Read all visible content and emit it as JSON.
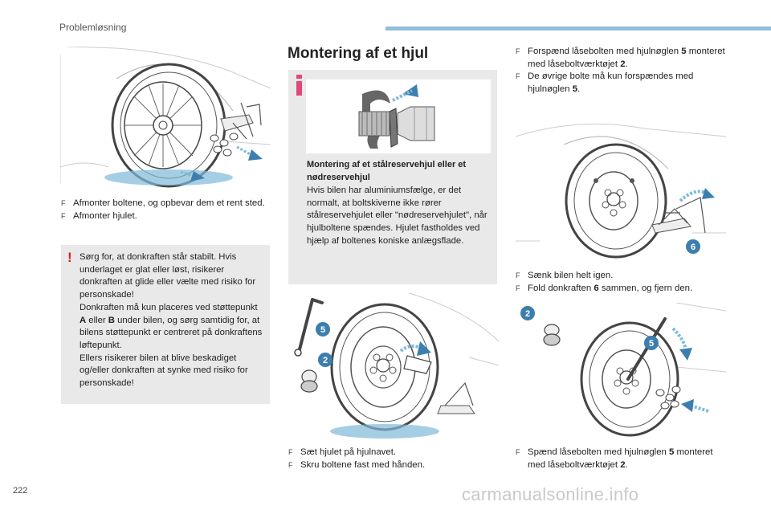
{
  "header": {
    "title": "Problemløsning"
  },
  "page_number": "222",
  "watermark": "carmanualsonline.info",
  "section_title": "Montering af et hjul",
  "col1": {
    "bullets": [
      {
        "text": "Afmonter boltene, og opbevar dem et rent sted."
      },
      {
        "text": "Afmonter hjulet."
      }
    ],
    "warning": {
      "lines": [
        "Sørg for, at donkraften står stabilt. Hvis underlaget er glat eller løst, risikerer donkraften at glide eller vælte med risiko for personskade!",
        "Ellers risikerer bilen at blive beskadiget og/eller donkraften at synke med risiko for personskade!"
      ],
      "middle": {
        "pre": "Donkraften må kun placeres ved støttepunkt ",
        "a": "A",
        "mid": " eller ",
        "b": "B",
        "post": " under bilen, og sørg samtidig for, at bilens støttepunkt er centreret på donkraftens løftepunkt."
      }
    }
  },
  "col2": {
    "info": {
      "title": "Montering af et stålreservehjul eller et nødreservehjul",
      "text": "Hvis bilen har aluminiumsfælge, er det normalt, at boltskiverne ikke rører stålreservehjulet eller \"nødreservehjulet\", når hjulboltene spændes. Hjulet fastholdes ved hjælp af boltenes koniske anlægsflade."
    },
    "callouts": {
      "wrench": "5",
      "lockbolt": "2"
    },
    "bullets": [
      {
        "text": "Sæt hjulet på hjulnavet."
      },
      {
        "text": "Skru boltene fast med hånden."
      }
    ]
  },
  "col3": {
    "bullets_top": [
      {
        "pre": "Forspænd låsebolten med hjulnøglen ",
        "b1": "5",
        "mid": " monteret med låseboltværktøjet ",
        "b2": "2",
        "post": "."
      },
      {
        "pre": "De øvrige bolte må kun forspændes med hjulnøglen ",
        "b1": "5",
        "post": "."
      }
    ],
    "callouts_mid": {
      "jack": "6"
    },
    "bullets_mid": [
      {
        "text": "Sænk bilen helt igen."
      },
      {
        "pre": "Fold donkraften ",
        "b1": "6",
        "post": " sammen, og fjern den."
      }
    ],
    "callouts_bottom": {
      "lockbolt": "2",
      "wrench": "5"
    },
    "bullets_bottom": [
      {
        "pre": "Spænd låsebolten med hjulnøglen ",
        "b1": "5",
        "mid": " monteret med låseboltværktøjet ",
        "b2": "2",
        "post": "."
      }
    ]
  },
  "bullet_glyph": "F",
  "colors": {
    "accent_bar": "#8fc0dc",
    "callout": "#3c7fae",
    "warning": "#d51e1e",
    "info": "#e2477a",
    "box_bg": "#e9e9ea",
    "arrow": "#3c7fae"
  }
}
